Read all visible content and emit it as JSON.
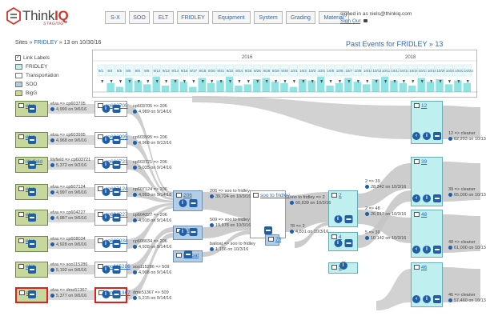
{
  "header": {
    "logo_think": "Think",
    "logo_iq": "IQ",
    "logo_staging": "STAGING",
    "nav": [
      "S-X",
      "SOO",
      "ELT",
      "FRIDLEY",
      "Equipment",
      "System",
      "Grading",
      "Material"
    ],
    "signed_in": "signed in as niels@thinkiq.com",
    "sign_out": "Sign Out"
  },
  "breadcrumb": {
    "root": "Sites",
    "sep": "»",
    "site": "FRIDLEY",
    "sep2": "»",
    "rest": "13 on 10/30/16"
  },
  "past_events": "Past Events for FRIDLEY » 13",
  "legend": {
    "link_labels": "Link Labels",
    "items": [
      {
        "label": "FRIDLEY",
        "color": "#bfefef"
      },
      {
        "label": "Transportation",
        "color": "#ffffff"
      },
      {
        "label": "SOO",
        "color": "#b2cde6"
      },
      {
        "label": "BigG",
        "color": "#c8d79b"
      }
    ]
  },
  "timeline": {
    "years": [
      "2016",
      "2018"
    ],
    "dates": [
      "9/1",
      "9/4",
      "9/5",
      "9/6",
      "9/8",
      "9/9",
      "9/12",
      "9/13",
      "9/14",
      "9/16",
      "9/17",
      "9/18",
      "9/20",
      "9/21",
      "9/22",
      "9/24",
      "9/25",
      "9/26",
      "9/28",
      "9/29",
      "9/30",
      "10/1",
      "10/2",
      "10/3",
      "10/4",
      "10/5",
      "10/6",
      "10/7",
      "10/8",
      "10/10",
      "10/11",
      "10/12",
      "10/13",
      "10/14",
      "10/16",
      "10/17",
      "10/18",
      "10/20",
      "10/21",
      "10/22",
      "10/24"
    ]
  },
  "source_nodes": [
    {
      "name": "elva",
      "selected": false
    },
    {
      "name": "elva",
      "selected": false
    },
    {
      "name": "lillyfield",
      "selected": false
    },
    {
      "name": "elva",
      "selected": false
    },
    {
      "name": "elva",
      "selected": false
    },
    {
      "name": "elva",
      "selected": false
    },
    {
      "name": "elva",
      "selected": false
    },
    {
      "name": "elva",
      "selected": true
    }
  ],
  "car_nodes": [
    {
      "name": "cp603705",
      "selected": false
    },
    {
      "name": "cp603995",
      "selected": false
    },
    {
      "name": "cp603721",
      "selected": false
    },
    {
      "name": "cp607124",
      "selected": false
    },
    {
      "name": "cp604227",
      "selected": false
    },
    {
      "name": "cp608034",
      "selected": false
    },
    {
      "name": "soo115286",
      "selected": false
    },
    {
      "name": "dme51367",
      "selected": true
    }
  ],
  "first_links": [
    {
      "top": "elva => cp603705",
      "bot": "4,990 on 9/6/16"
    },
    {
      "top": "elva => cp603995",
      "bot": "4,968 on 9/6/16"
    },
    {
      "top": "lilyfield => cp603721",
      "bot": "5,372 on 9/2/16"
    },
    {
      "top": "elva => cp607124",
      "bot": "4,997 on 9/6/16"
    },
    {
      "top": "elva => cp604227",
      "bot": "4,987 on 9/6/16"
    },
    {
      "top": "elva => cp608034",
      "bot": "4,928 on 9/6/16"
    },
    {
      "top": "elva => soo115286",
      "bot": "5,192 on 9/6/16"
    },
    {
      "top": "elva => dme51367",
      "bot": "5,377 on 9/6/16"
    }
  ],
  "mid_links": [
    {
      "top": "cp603705 => 206",
      "bot": "4,989 on 9/14/16"
    },
    {
      "top": "cp603995 => 206",
      "bot": "4,968 on 9/13/16"
    },
    {
      "top": "cp603721 => 206",
      "bot": "5,035 on 9/14/16"
    },
    {
      "top": "cp607124 => 206",
      "bot": "4,993 on 9/14/16"
    },
    {
      "top": "cp604227 => 206",
      "bot": "4,918 on 9/14/16"
    },
    {
      "top": "cp608034 => 206",
      "bot": "4,928 on 9/14/16"
    },
    {
      "top": "soo115286 => 509",
      "bot": "4,908 on 9/14/16"
    },
    {
      "top": "dme51367 => 509",
      "bot": "5,215 on 9/14/16"
    }
  ],
  "soo_nodes": [
    {
      "name": "206"
    },
    {
      "name": "509"
    },
    {
      "name": "bailoat"
    }
  ],
  "soo_links": [
    {
      "top": "206 => soo to fridley",
      "bot": "39,724 on 10/3/16"
    },
    {
      "top": "509 => soo to fridley",
      "bot": "19,978 on 10/3/16"
    },
    {
      "top": "bailoat => soo to fridley",
      "bot": "1,136 on 10/3/16"
    }
  ],
  "transport_node": {
    "name": "soo to fridley"
  },
  "transport_links": [
    {
      "top": "soo to fridley => 2",
      "bot": "60,839 on 10/3/16"
    },
    {
      "top": "78 => 2",
      "bot": "4,831 on 10/3/16"
    }
  ],
  "small_node": {
    "name": "78"
  },
  "fridley_mid": [
    {
      "name": "2"
    },
    {
      "name": "4"
    },
    {
      "name": "5"
    }
  ],
  "fridley_links": [
    {
      "top": "2 => 39",
      "bot": "28,342 on 10/3/16"
    },
    {
      "top": "2 => 48",
      "bot": "26,917 on 10/3/16"
    },
    {
      "top": "5 => 39",
      "bot": "10,142 on 10/3/16"
    }
  ],
  "fridley_right": [
    {
      "name": "12"
    },
    {
      "name": "39"
    },
    {
      "name": "48"
    },
    {
      "name": "46"
    }
  ],
  "right_links": [
    {
      "top": "12 => cleaner",
      "bot": "62,203 on 10/13"
    },
    {
      "top": "39 => cleaner",
      "bot": "65,000 on 10/13"
    },
    {
      "top": "48 => cleaner",
      "bot": "61,000 on 10/13"
    },
    {
      "top": "46 => cleaner",
      "bot": "57,460 on 10/13"
    }
  ],
  "colors": {
    "accent": "#2a6ab8",
    "selected": "#e0201b",
    "flow": "#c8c8c8",
    "button": "#1f5ea8"
  }
}
